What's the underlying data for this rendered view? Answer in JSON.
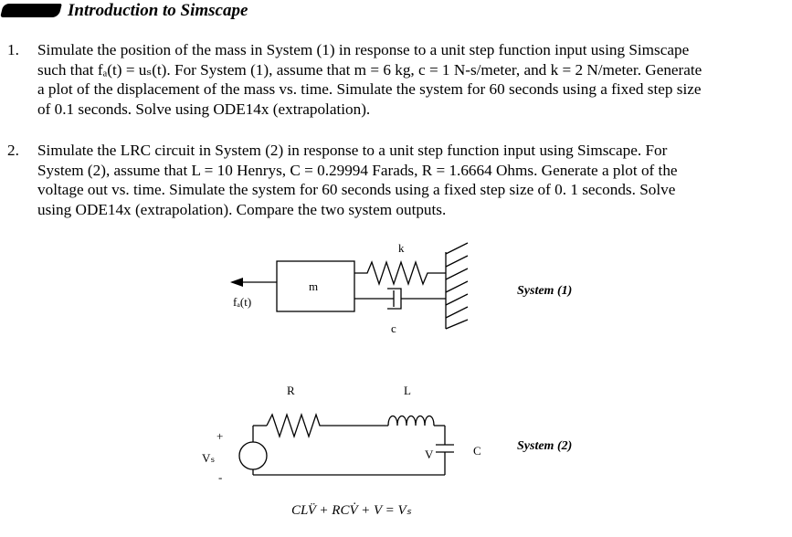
{
  "header": {
    "title": "Introduction to Simscape"
  },
  "questions": [
    {
      "number": "1.",
      "lines": [
        "Simulate the position of the mass in System (1) in response to a unit step function input using Simscape",
        "such that fₐ(t) = uₛ(t).  For System (1), assume that m = 6 kg, c = 1 N-s/meter, and k = 2 N/meter.  Generate",
        "a plot of the displacement of the mass vs. time.  Simulate the system for 60 seconds using a fixed step size",
        "of 0.1 seconds.  Solve using ODE14x (extrapolation)."
      ]
    },
    {
      "number": "2.",
      "lines": [
        "Simulate the LRC circuit in System (2) in response to a unit step function input using Simscape.  For",
        "System (2), assume that L = 10 Henrys, C = 0.29994 Farads, R = 1.6664 Ohms.  Generate a plot of the",
        "voltage out vs. time.  Simulate the system for 60 seconds using a fixed step size of 0. 1 seconds.  Solve",
        "using ODE14x (extrapolation).  Compare the two system outputs."
      ]
    }
  ],
  "system1": {
    "mass_label": "m",
    "spring_label": "k",
    "damper_label": "c",
    "force_label": "fₐ(t)",
    "caption": "System (1)"
  },
  "system2": {
    "resistor_label": "R",
    "inductor_label": "L",
    "capacitor_label": "C",
    "voltage_label": "V",
    "source_label": "Vₛ",
    "plus_sign": "+",
    "minus_sign": "-",
    "caption": "System (2)",
    "equation": "CLV̈ + RCV̇ + V = Vₛ"
  }
}
